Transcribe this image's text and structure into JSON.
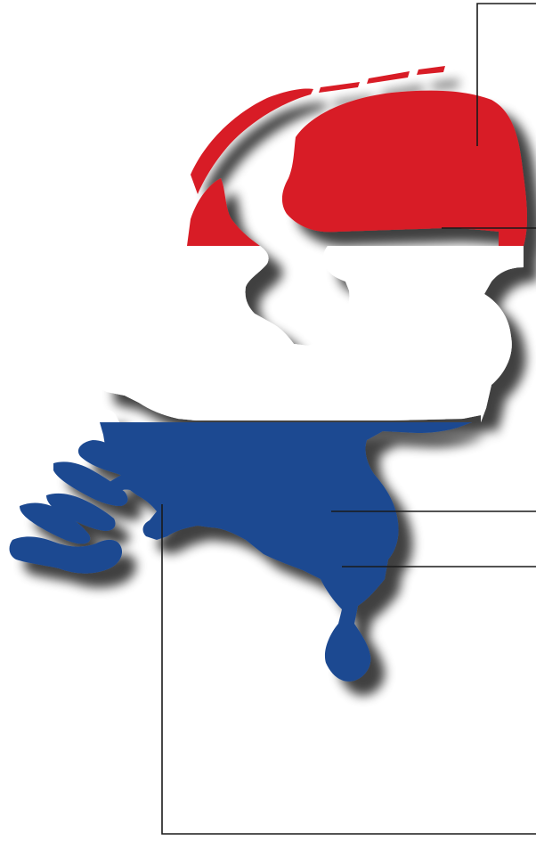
{
  "map": {
    "subject": "netherlands-flag-map",
    "colors": {
      "red": "#d81f26",
      "white": "#ffffff",
      "blue": "#1f4a91",
      "leader": "#1a1a1a",
      "background": "#ffffff"
    },
    "stripes": [
      "red",
      "white",
      "blue"
    ],
    "callout_count": 5
  }
}
